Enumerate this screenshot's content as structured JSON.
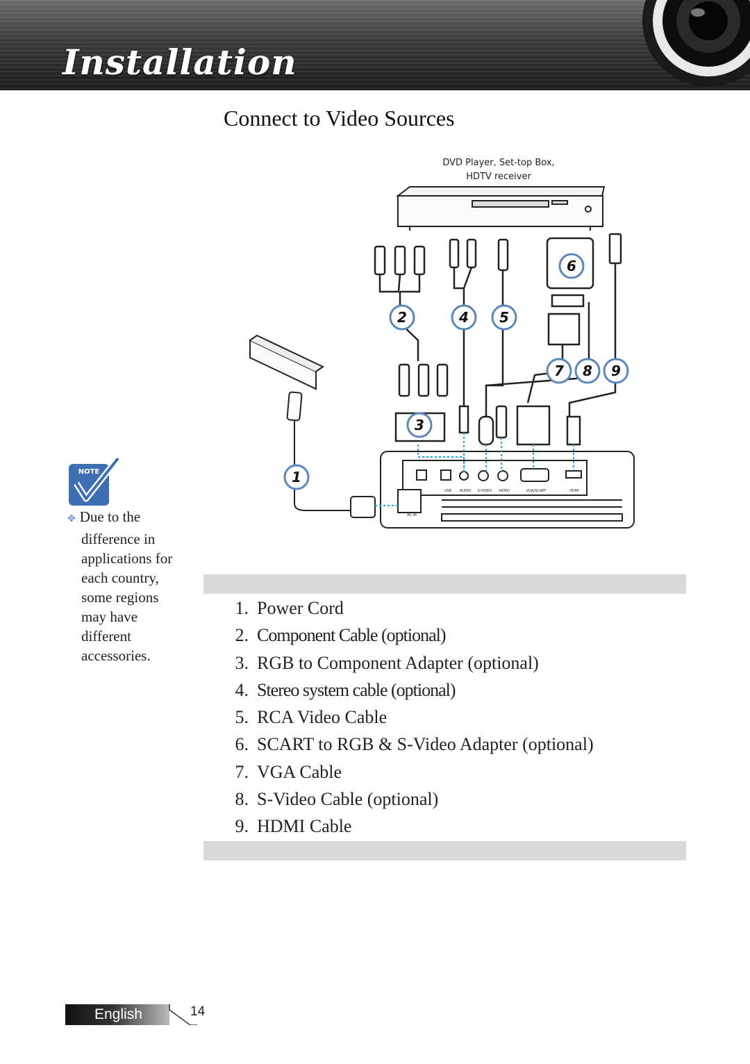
{
  "header": {
    "title": "Installation"
  },
  "section": {
    "title": "Connect to Video Sources"
  },
  "diagram": {
    "source_label_line1": "DVD Player, Set-top Box,",
    "source_label_line2": "HDTV receiver",
    "callouts": [
      "1",
      "2",
      "3",
      "4",
      "5",
      "6",
      "7",
      "8",
      "9"
    ],
    "port_labels": [
      "USB",
      "AUDIO",
      "S-VIDEO",
      "VIDEO",
      "VGA/SCART",
      "HDMI",
      "AC IN"
    ]
  },
  "note": {
    "badge": "NOTE",
    "lines": [
      "Due to the",
      "difference in",
      "applications for",
      "each country,",
      "some regions",
      "may have",
      "different",
      "accessories."
    ]
  },
  "parts": [
    {
      "num": "1.",
      "label": "Power Cord"
    },
    {
      "num": "2.",
      "label": "Component Cable (optional)"
    },
    {
      "num": "3.",
      "label": "RGB to Component Adapter (optional)"
    },
    {
      "num": "4.",
      "label": "Stereo system cable (optional)"
    },
    {
      "num": "5.",
      "label": "RCA Video Cable"
    },
    {
      "num": "6.",
      "label": "SCART to RGB & S-Video Adapter (optional)"
    },
    {
      "num": "7.",
      "label": "VGA Cable"
    },
    {
      "num": "8.",
      "label": "S-Video Cable (optional)"
    },
    {
      "num": "9.",
      "label": "HDMI Cable"
    }
  ],
  "footer": {
    "language": "English",
    "page": "14"
  }
}
